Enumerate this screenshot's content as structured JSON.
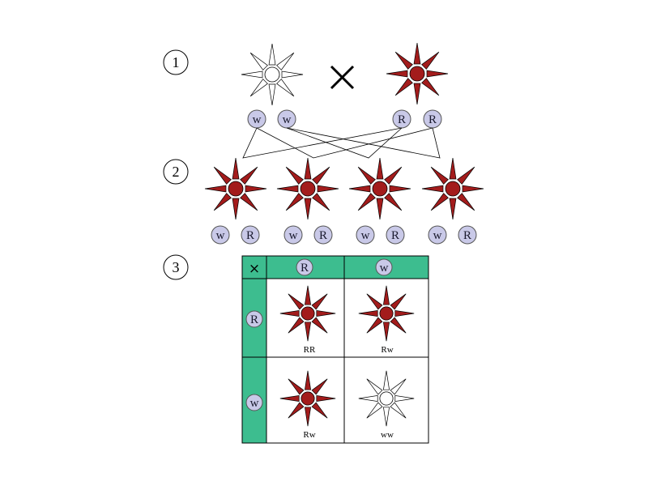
{
  "colors": {
    "red_flower": "#a31c1c",
    "white_flower": "#ffffff",
    "allele_fill": "#c9c9e8",
    "punnett_header": "#3dbd8f",
    "outline": "#000000"
  },
  "steps": [
    "1",
    "2",
    "3"
  ],
  "generation_1": {
    "parents": [
      {
        "color": "white",
        "alleles": [
          "w",
          "w"
        ]
      },
      {
        "color": "red",
        "alleles": [
          "R",
          "R"
        ]
      }
    ],
    "cross_symbol": "×"
  },
  "generation_2": {
    "offspring": [
      {
        "color": "red",
        "alleles": [
          "w",
          "R"
        ]
      },
      {
        "color": "red",
        "alleles": [
          "w",
          "R"
        ]
      },
      {
        "color": "red",
        "alleles": [
          "w",
          "R"
        ]
      },
      {
        "color": "red",
        "alleles": [
          "w",
          "R"
        ]
      }
    ]
  },
  "punnett": {
    "corner_symbol": "×",
    "column_alleles": [
      "R",
      "w"
    ],
    "row_alleles": [
      "R",
      "w"
    ],
    "cells": [
      [
        {
          "color": "red",
          "genotype": "RR"
        },
        {
          "color": "red",
          "genotype": "Rw"
        }
      ],
      [
        {
          "color": "red",
          "genotype": "Rw"
        },
        {
          "color": "white",
          "genotype": "ww"
        }
      ]
    ]
  }
}
